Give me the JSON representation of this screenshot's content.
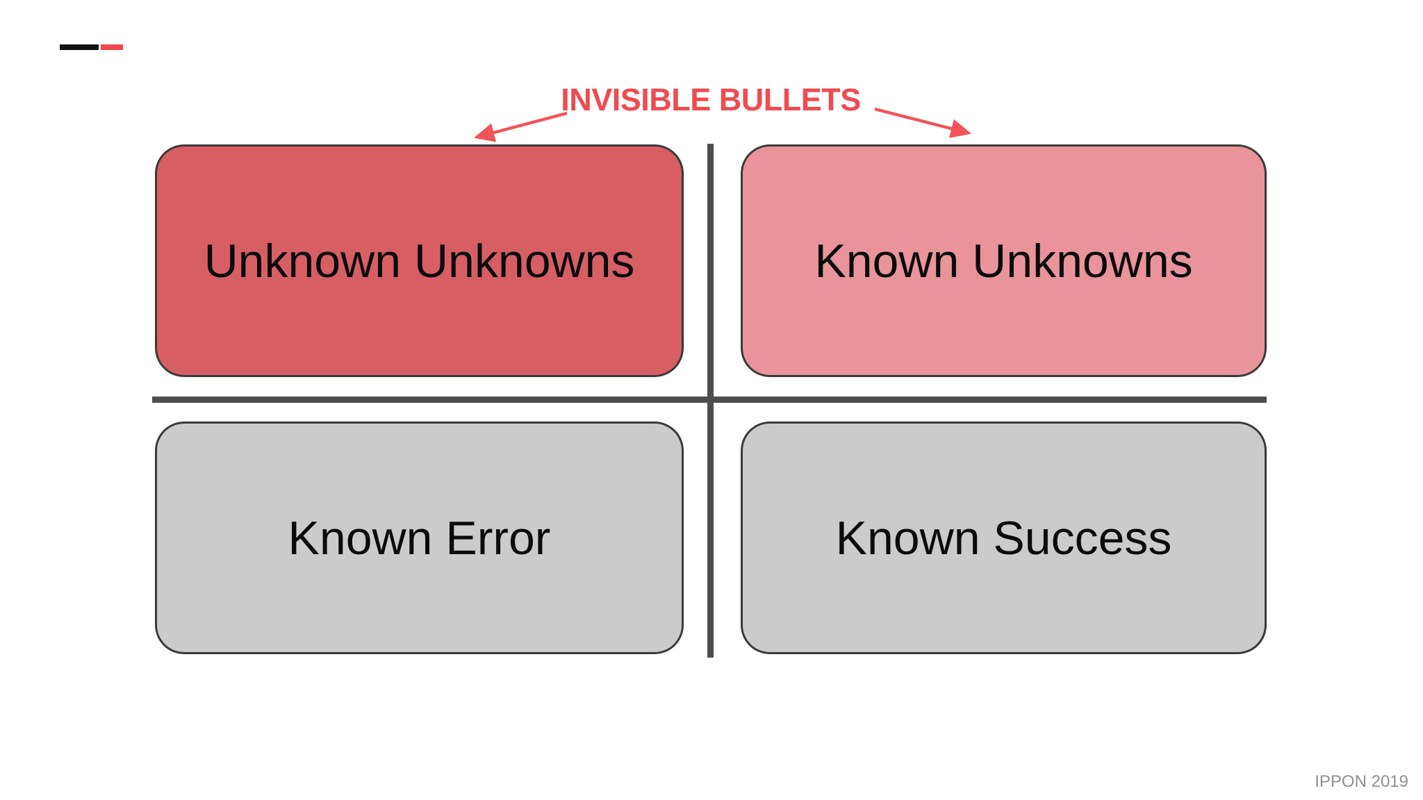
{
  "slide": {
    "annotation": {
      "label": "INVISIBLE BULLETS",
      "color": "#ef4b50",
      "arrow_color": "#f0545a",
      "targets": [
        "unknown-unknowns",
        "known-unknowns"
      ]
    },
    "matrix": {
      "quadrants": [
        {
          "name": "unknown-unknowns",
          "label": "Unknown Unknowns",
          "fill": "#d75f63",
          "row": "top",
          "col": "left"
        },
        {
          "name": "known-unknowns",
          "label": "Known Unknowns",
          "fill": "#e9949b",
          "row": "top",
          "col": "right"
        },
        {
          "name": "known-error",
          "label": "Known Error",
          "fill": "#cbcbcb",
          "row": "bottom",
          "col": "left"
        },
        {
          "name": "known-success",
          "label": "Known Success",
          "fill": "#cbcbcb",
          "row": "bottom",
          "col": "right"
        }
      ],
      "divider_color": "#4d4d4d",
      "box_border_color": "#3a3a3a",
      "label_text_color": "#0b0b0b"
    },
    "logo": {
      "dash_colors": [
        "#111111",
        "#f0484e"
      ]
    },
    "footer": {
      "text": "IPPON 2019",
      "color": "#8f8f94"
    }
  }
}
